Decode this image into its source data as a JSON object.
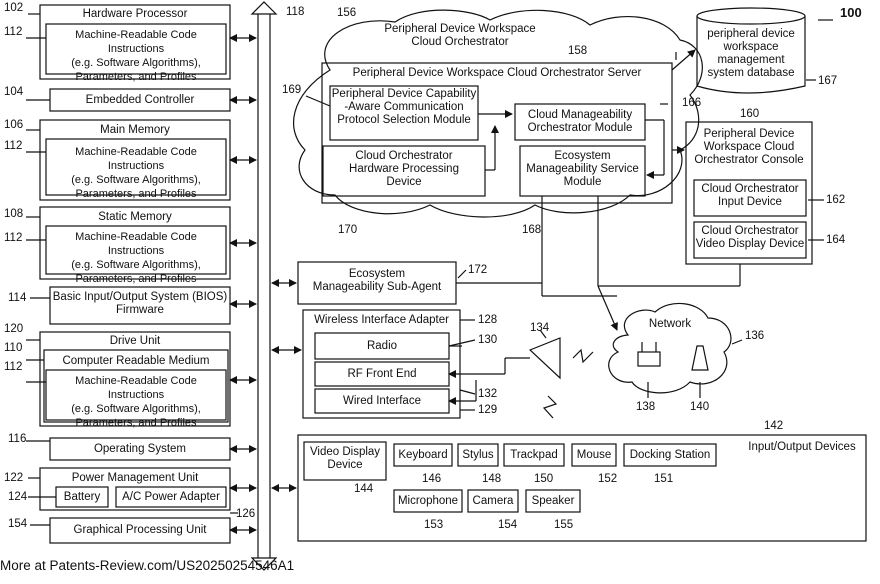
{
  "figure_number": "100",
  "left_column": {
    "hardware_processor": {
      "ref": "102",
      "title": "Hardware Processor",
      "code_ref": "112",
      "code_text": "Machine-Readable Code Instructions\n(e.g. Software Algorithms),\nParameters, and Profiles"
    },
    "embedded_controller": {
      "ref": "104",
      "label": "Embedded Controller"
    },
    "main_memory": {
      "ref": "106",
      "title": "Main Memory",
      "code_ref": "112",
      "code_text": "Machine-Readable Code Instructions\n(e.g. Software Algorithms),\nParameters, and Profiles"
    },
    "static_memory": {
      "ref": "108",
      "title": "Static Memory",
      "code_ref": "112",
      "code_text": "Machine-Readable Code Instructions\n(e.g. Software Algorithms),\nParameters, and Profiles"
    },
    "bios": {
      "ref": "114",
      "label": "Basic Input/Output System (BIOS)\nFirmware"
    },
    "drive_unit": {
      "ref": "120",
      "title": "Drive Unit",
      "crm_ref": "110",
      "crm_label": "Computer Readable Medium",
      "code_ref": "112",
      "code_text": "Machine-Readable Code Instructions\n(e.g. Software Algorithms),\nParameters, and Profiles"
    },
    "operating_system": {
      "ref": "116",
      "label": "Operating System"
    },
    "power_management": {
      "ref": "122",
      "title": "Power Management Unit",
      "battery_ref": "124",
      "battery": "Battery",
      "adapter": "A/C Power Adapter",
      "adapter_ref": "126"
    },
    "gpu": {
      "ref": "154",
      "label": "Graphical Processing Unit"
    }
  },
  "bus_ref": "118",
  "cloud": {
    "ref": "156",
    "title": "Peripheral Device Workspace\nCloud Orchestrator",
    "server": {
      "ref": "158",
      "title": "Peripheral Device Workspace Cloud Orchestrator Server"
    },
    "capability_module": {
      "ref": "169",
      "label": "Peripheral Device Capability\n-Aware Communication\nProtocol Selection Module"
    },
    "manageability_orchestrator": {
      "ref": "166",
      "label": "Cloud Manageability\nOrchestrator Module"
    },
    "hardware_processing": {
      "ref": "170",
      "label": "Cloud Orchestrator\nHardware Processing\nDevice"
    },
    "ecosystem_service": {
      "ref": "168",
      "label": "Ecosystem\nManageability Service\nModule"
    }
  },
  "database": {
    "ref": "167",
    "label": "peripheral device\nworkspace\nmanagement\nsystem database"
  },
  "console": {
    "ref": "160",
    "title": "Peripheral Device\nWorkspace Cloud\nOrchestrator Console",
    "input": {
      "ref": "162",
      "label": "Cloud Orchestrator\nInput Device"
    },
    "display": {
      "ref": "164",
      "label": "Cloud Orchestrator\nVideo Display Device"
    }
  },
  "sub_agent": {
    "ref": "172",
    "label": "Ecosystem\nManageability Sub-Agent"
  },
  "wireless": {
    "ref": "128",
    "title": "Wireless Interface Adapter",
    "radio": {
      "ref": "130",
      "label": "Radio"
    },
    "rf": {
      "label": "RF Front End"
    },
    "wired": {
      "ref": "129",
      "label": "Wired Interface"
    },
    "rf_ref": "132"
  },
  "antenna_ref": "134",
  "network": {
    "ref": "136",
    "label": "Network",
    "router_ref": "138",
    "device_ref": "140"
  },
  "io_devices": {
    "ref": "142",
    "title": "Input/Output Devices",
    "items": [
      {
        "label": "Video Display\nDevice",
        "ref": "144"
      },
      {
        "label": "Keyboard",
        "ref": "146"
      },
      {
        "label": "Stylus",
        "ref": "148"
      },
      {
        "label": "Trackpad",
        "ref": "150"
      },
      {
        "label": "Mouse",
        "ref": "152"
      },
      {
        "label": "Docking Station",
        "ref": "151"
      },
      {
        "label": "Microphone",
        "ref": "153"
      },
      {
        "label": "Camera",
        "ref": "154"
      },
      {
        "label": "Speaker",
        "ref": "155"
      }
    ]
  },
  "footer": "More at Patents-Review.com/US20250254546A1"
}
